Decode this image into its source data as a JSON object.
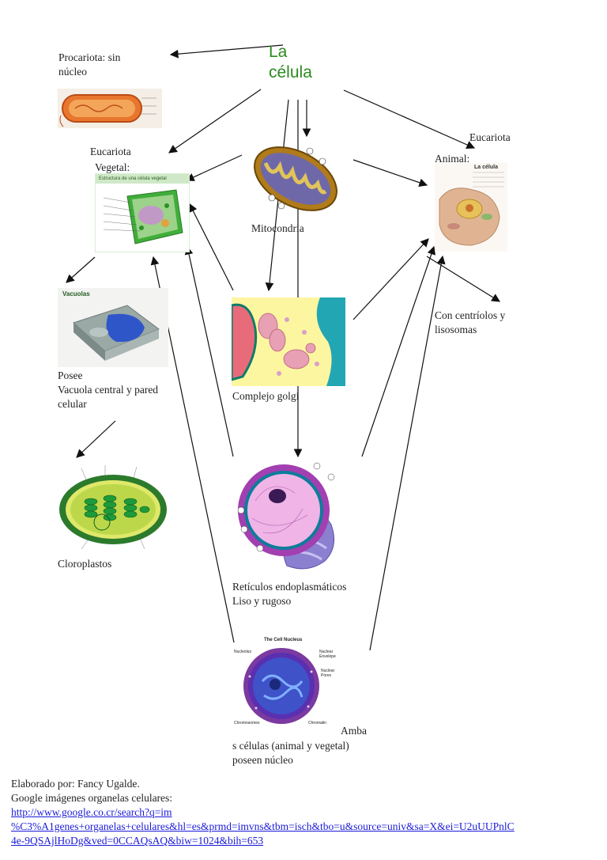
{
  "title": "La\ncélula",
  "colors": {
    "title": "#2b8a1e",
    "link": "#1a1ad8",
    "line": "#111111"
  },
  "labels": {
    "procariota": "Procariota: sin\nnúcleo",
    "eucariota_vegetal_1": "Eucariota",
    "eucariota_vegetal_2": "Vegetal:",
    "eucariota_animal_1": "Eucariota",
    "eucariota_animal_2": "Animal:",
    "mitocondria": "Mitocondria",
    "vacuola": "Posee\nVacuola central y pared\ncelular",
    "golgi": "Complejo golgi",
    "centriolos": "Con centríolos y\nlisosomas",
    "cloroplastos": "Cloroplastos",
    "reticulos": "Retículos endoplasmáticos\nLiso y rugoso",
    "nucleo_1": "Amba",
    "nucleo_2": "s células (animal y vegetal)\nposeen núcleo"
  },
  "image_texts": {
    "vegetal_title": "Estructura de una célula vegetal",
    "animal_title": "La célula",
    "vacuolas_title": "Vacuolas",
    "nucleus_title": "The Cell Nucleus",
    "nucleus_labels": [
      "Nucleolus",
      "Nuclear Envelope",
      "Nuclear Pores",
      "Chromosomes",
      "Chromatin"
    ]
  },
  "footer": {
    "author": "Elaborado por: Fancy Ugalde.",
    "source": "Google imágenes organelas celulares:",
    "url_line1": "http://www.google.co.cr/search?q=im",
    "url_line2": "%C3%A1genes+organelas+celulares&hl=es&prmd=imvns&tbm=isch&tbo=u&source=univ&sa=X&ei=U2uUUPnlC",
    "url_line3": "4e-9QSAjlHoDg&ved=0CCAQsAQ&biw=1024&bih=653"
  }
}
